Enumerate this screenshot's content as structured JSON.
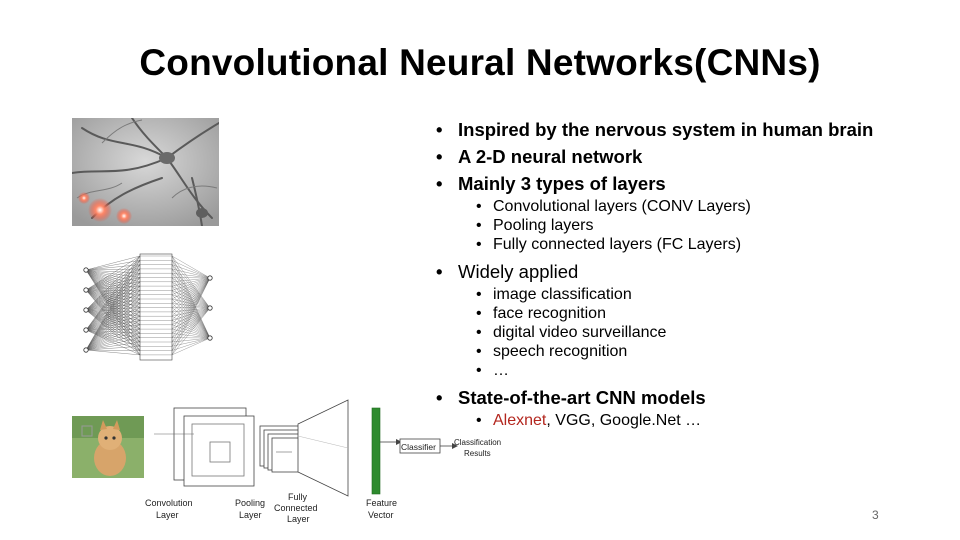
{
  "slide": {
    "title": "Convolutional Neural Networks(CNNs)",
    "page_number": "3"
  },
  "bullets": {
    "inspired": "Inspired by the nervous system in human brain",
    "neural_2d": "A 2-D neural network",
    "mainly_types": "Mainly 3 types of layers",
    "layer_types": [
      "Convolutional layers (CONV Layers)",
      "Pooling layers",
      "Fully connected layers (FC Layers)"
    ],
    "widely_applied": "Widely applied",
    "applications": [
      "image classification",
      "face recognition",
      "digital video surveillance",
      "speech recognition",
      "…"
    ],
    "sota_models": "State-of-the-art CNN models",
    "models_alexnet": "Alexnet",
    "models_rest": ", VGG, Google.Net …"
  },
  "cnn_diagram": {
    "convolution_layer": [
      "Convolution",
      "Layer"
    ],
    "pooling_layer": [
      "Pooling",
      "Layer"
    ],
    "fully_connected_layer": [
      "Fully",
      "Connected",
      "Layer"
    ],
    "feature_vector": [
      "Feature",
      "Vector"
    ],
    "classifier": "Classifier",
    "classification_results": [
      "Classification",
      "Results"
    ],
    "dots": "· · ·"
  },
  "colors": {
    "accent_red": "#b3261e",
    "feature_vector_green": "#2e8b2e"
  }
}
